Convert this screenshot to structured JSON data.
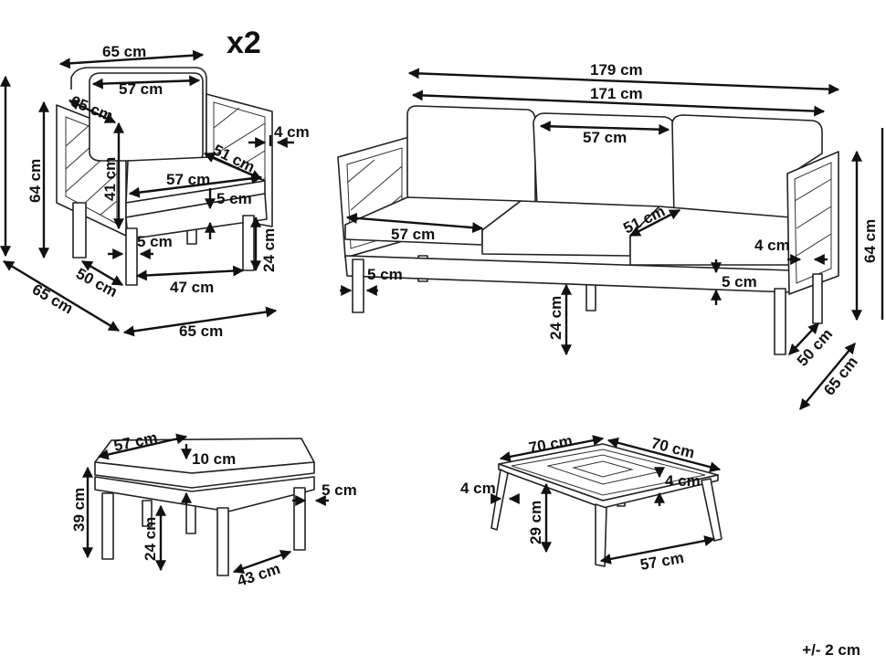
{
  "multiplier": "x2",
  "tolerance": "+/- 2 cm",
  "armchair": {
    "width_top": "65 cm",
    "seat_back_width": "57 cm",
    "arm_depth": "65 cm",
    "height": "64 cm",
    "seat_height": "41 cm",
    "back_cushion": "51 cm",
    "seat_width": "57 cm",
    "seat_cushion": "5 cm",
    "arm_thickness": "4 cm",
    "leg": "5 cm",
    "leg_depth": "50 cm",
    "leg_span": "47 cm",
    "leg_height": "24 cm",
    "depth_diag": "65 cm",
    "width_bottom": "65 cm"
  },
  "sofa": {
    "overall_width": "179 cm",
    "inner_width": "171 cm",
    "back_cushion": "57 cm",
    "seat_cushion": "57 cm",
    "back_height": "51 cm",
    "arm_thickness": "4 cm",
    "leg": "5 cm",
    "cushion_thickness": "5 cm",
    "leg_height": "24 cm",
    "height": "64 cm",
    "leg_depth": "50 cm",
    "depth": "65 cm"
  },
  "ottoman": {
    "width": "57 cm",
    "cushion": "10 cm",
    "height": "39 cm",
    "leg_height": "24 cm",
    "frame": "5 cm",
    "leg_span": "43 cm"
  },
  "table": {
    "width_a": "70 cm",
    "width_b": "70 cm",
    "top_left": "4 cm",
    "top_right": "4 cm",
    "height": "29 cm",
    "leg_span": "57 cm"
  }
}
